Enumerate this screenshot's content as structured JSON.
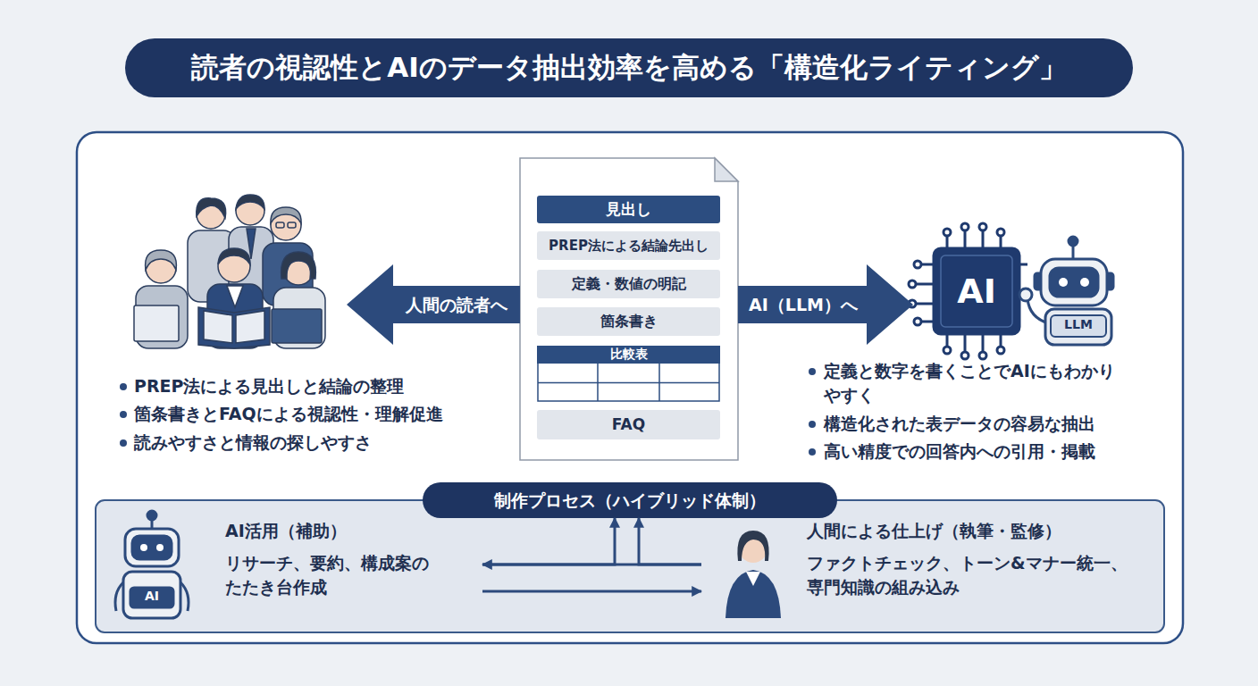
{
  "diagram": {
    "title": "読者の視認性とAIのデータ抽出効率を高める「構造化ライティング」",
    "nodes": [
      {
        "text": [
          "人間の読者へ"
        ]
      },
      {
        "text": [
          "見出し"
        ]
      },
      {
        "text": [
          "PREP法による結論先出し"
        ]
      },
      {
        "text": [
          "定義・数値の明記"
        ]
      },
      {
        "text": [
          "箇条書き"
        ]
      },
      {
        "text": [
          "比較表"
        ]
      },
      {
        "text": [
          "FAQ"
        ]
      },
      {
        "text": [
          "AI（LLM）へ"
        ]
      },
      {
        "text": [
          "制作プロセス（ハイブリッド体制）"
        ]
      },
      {
        "text": [
          "AI活用（補助）",
          "リサーチ、要約、構成案の たたき台作成"
        ]
      },
      {
        "text": [
          "人間による仕上げ（執筆・監修）",
          "ファクトチェック、トーン&マナー統一、 専門知識の組み込み"
        ]
      }
    ],
    "edges": [
      {
        "from": 10,
        "to": 9,
        "arrow": "to"
      },
      {
        "from": 9,
        "to": 10,
        "arrow": "to"
      },
      {
        "from": 9,
        "to": 8,
        "arrow": "to"
      },
      {
        "from": 10,
        "to": 8,
        "arrow": "to"
      }
    ],
    "labels": [
      "PREP法による見出しと結論の整理",
      "箇条書きとFAQによる視認性・理解促進",
      "読みやすさと情報の探しやすさ",
      "AI",
      "LLM",
      "定義と数字を書くことでAIにもわかり やすく",
      "構造化された表データの容易な抽出",
      "高い精度での回答内への引用・掲載",
      "AI"
    ]
  }
}
